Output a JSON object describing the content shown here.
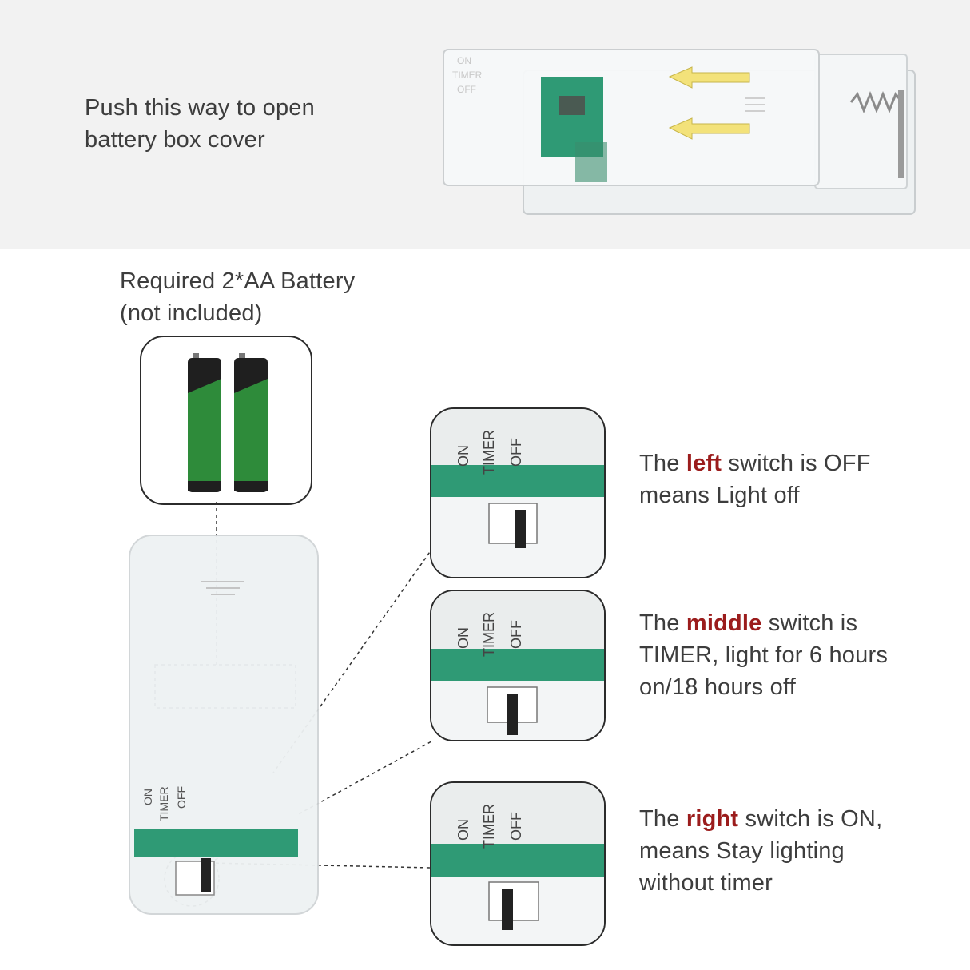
{
  "top": {
    "line1": "Push this way to open",
    "line2": "battery box cover"
  },
  "battery": {
    "line1": "Required 2*AA Battery",
    "line2": "(not included)"
  },
  "box_labels": {
    "on": "ON",
    "timer": "TIMER",
    "off": "OFF"
  },
  "callouts": [
    {
      "pre": "The ",
      "word": "left",
      "post": " switch is OFF",
      "line2": "means Light off",
      "line3": ""
    },
    {
      "pre": "The ",
      "word": "middle",
      "post": " switch is",
      "line2": "TIMER, light for 6 hours",
      "line3": "on/18 hours off"
    },
    {
      "pre": "The ",
      "word": "right",
      "post": " switch is ON,",
      "line2": "means Stay lighting",
      "line3": "without timer"
    }
  ],
  "colors": {
    "highlight": "#9b1c1c",
    "arrow": "#f3e27a",
    "pcb": "#1f8f6a",
    "battery_green": "#2e8b3a"
  }
}
